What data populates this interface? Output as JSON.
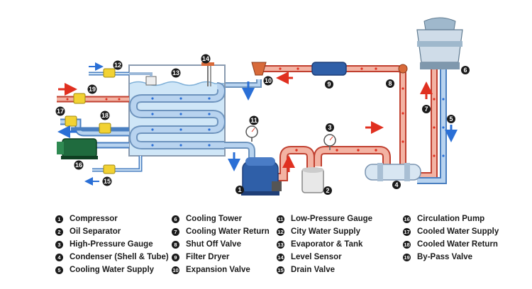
{
  "legend": [
    {
      "num": "1",
      "label": "Compressor"
    },
    {
      "num": "2",
      "label": "Oil Separator"
    },
    {
      "num": "3",
      "label": "High-Pressure Gauge"
    },
    {
      "num": "4",
      "label": "Condenser (Shell & Tube)"
    },
    {
      "num": "5",
      "label": "Cooling Water Supply"
    },
    {
      "num": "6",
      "label": "Cooling Tower"
    },
    {
      "num": "7",
      "label": "Cooling Water Return"
    },
    {
      "num": "8",
      "label": "Shut Off Valve"
    },
    {
      "num": "9",
      "label": "Filter Dryer"
    },
    {
      "num": "10",
      "label": "Expansion Valve"
    },
    {
      "num": "11",
      "label": "Low-Pressure Gauge"
    },
    {
      "num": "12",
      "label": "City Water Supply"
    },
    {
      "num": "13",
      "label": "Evaporator & Tank"
    },
    {
      "num": "14",
      "label": "Level Sensor"
    },
    {
      "num": "15",
      "label": "Drain Valve"
    },
    {
      "num": "16",
      "label": "Circulation Pump"
    },
    {
      "num": "17",
      "label": "Cooled Water Supply"
    },
    {
      "num": "18",
      "label": "Cooled Water Return"
    },
    {
      "num": "19",
      "label": "By-Pass Valve"
    }
  ],
  "colors": {
    "hot_pipe": "#f0b0a0",
    "cold_pipe": "#a8c8ea",
    "hot_arrow": "#e03020",
    "cold_arrow": "#2a6fd6",
    "tank_water": "#cfe6f7",
    "valve": "#f2d233"
  }
}
